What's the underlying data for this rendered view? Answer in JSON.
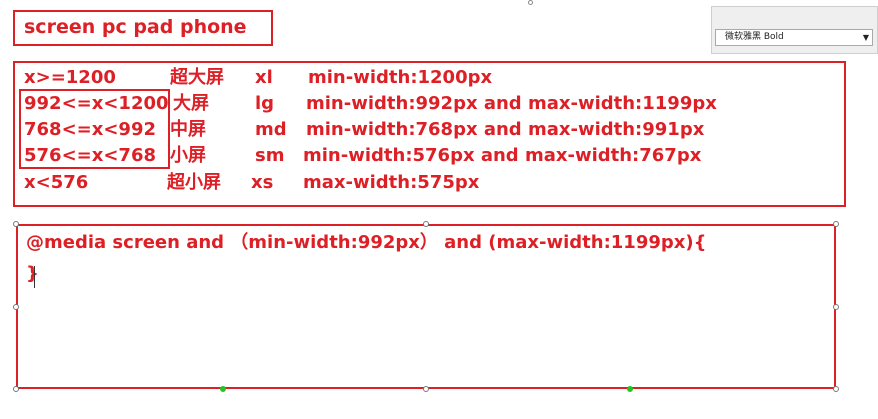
{
  "header": {
    "title": "screen pc pad phone"
  },
  "font_toolbar": {
    "selected_font": "微软雅黑 Bold"
  },
  "breakpoints": [
    {
      "range": "x>=1200",
      "name": "超大屏",
      "prefix": "xl",
      "query": "min-width:1200px"
    },
    {
      "range": "992<=x<1200",
      "name": "大屏",
      "prefix": "lg",
      "query": "min-width:992px and max-width:1199px"
    },
    {
      "range": "768<=x<992",
      "name": "中屏",
      "prefix": "md",
      "query": "min-width:768px and max-width:991px"
    },
    {
      "range": "576<=x<768",
      "name": "小屏",
      "prefix": "sm",
      "query": "min-width:576px and max-width:767px"
    },
    {
      "range": "x<576",
      "name": "超小屏",
      "prefix": "xs",
      "query": "max-width:575px"
    }
  ],
  "code": {
    "line1": "@media screen and （min-width:992px） and (max-width:1199px){",
    "line2": "}"
  },
  "colors": {
    "accent": "#dd1f26",
    "selection_handle": "#22c522"
  }
}
